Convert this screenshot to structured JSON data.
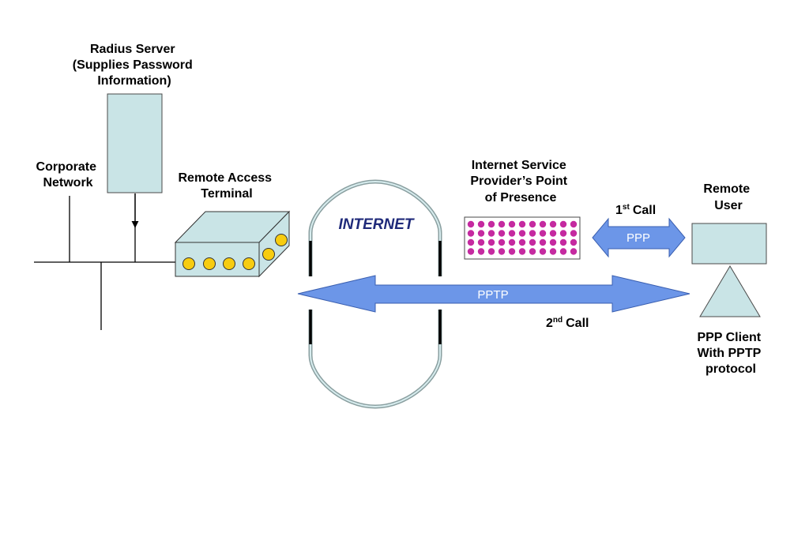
{
  "radius_server": {
    "lines": [
      "Radius Server",
      "(Supplies Password",
      "Information)"
    ]
  },
  "corporate_network": {
    "lines": [
      "Corporate",
      "Network"
    ]
  },
  "remote_access_terminal": {
    "lines": [
      "Remote Access",
      "Terminal"
    ]
  },
  "internet": {
    "label": "INTERNET"
  },
  "isp_pop": {
    "lines": [
      "Internet Service",
      "Provider’s Point",
      "of Presence"
    ]
  },
  "remote_user": {
    "lines": [
      "Remote",
      "User"
    ]
  },
  "first_call": {
    "num": "1",
    "sup": "st",
    "word": "Call"
  },
  "second_call": {
    "num": "2",
    "sup": "nd",
    "word": "Call"
  },
  "ppp_arrow": {
    "label": "PPP"
  },
  "pptp_arrow": {
    "label": "PPTP"
  },
  "ppp_client": {
    "lines": [
      "PPP Client",
      "With PPTP",
      "protocol"
    ]
  },
  "colors": {
    "box_fill": "#c9e4e6",
    "arrow_fill": "#6c96e8",
    "port_fill": "#f7cc10",
    "pop_dot": "#c52aa0"
  }
}
